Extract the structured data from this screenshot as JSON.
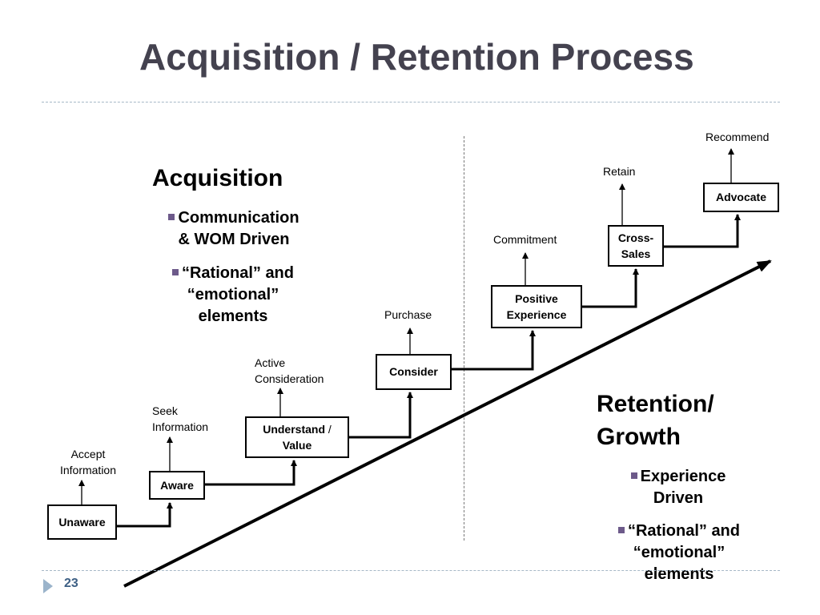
{
  "title": "Acquisition / Retention Process",
  "stages": {
    "unaware": "Unaware",
    "aware": "Aware",
    "understand": "Understand",
    "understand_slash": "/",
    "value": "Value",
    "consider": "Consider",
    "positive": "Positive",
    "experience": "Experience",
    "cross": "Cross-",
    "sales": "Sales",
    "advocate": "Advocate"
  },
  "actions": {
    "accept": [
      "Accept",
      "Information"
    ],
    "seek": [
      "Seek",
      "Information"
    ],
    "active": [
      "Active",
      "Consideration"
    ],
    "purchase": "Purchase",
    "commitment": "Commitment",
    "retain": "Retain",
    "recommend": "Recommend"
  },
  "acquisition": {
    "heading": "Acquisition",
    "bullet1": [
      "Communication",
      "& WOM Driven"
    ],
    "bullet2": [
      "“Rational” and",
      "“emotional”",
      "elements"
    ]
  },
  "retention": {
    "heading": [
      "Retention/",
      "Growth"
    ],
    "bullet1": [
      "Experience",
      "Driven"
    ],
    "bullet2": [
      "“Rational” and",
      "“emotional”",
      "elements"
    ]
  },
  "footer": {
    "page_number": "23"
  }
}
